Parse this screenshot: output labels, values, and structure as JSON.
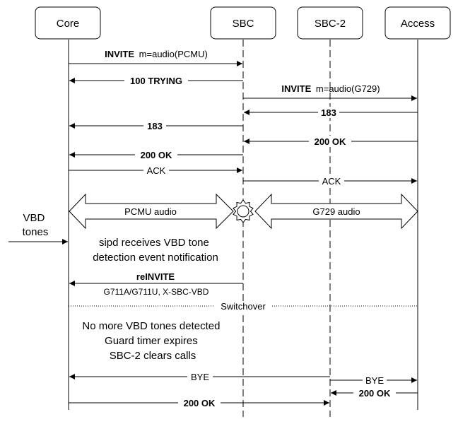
{
  "participants": {
    "core": "Core",
    "sbc": "SBC",
    "sbc2": "SBC-2",
    "access": "Access"
  },
  "messages": {
    "invite_pcmu_bold": "INVITE",
    "invite_pcmu_rest": "m=audio(PCMU)",
    "trying_100": "100 TRYING",
    "invite_g729_bold": "INVITE",
    "invite_g729_rest": "m=audio(G729)",
    "ringing_183_access": "183",
    "ok_200_access": "200 OK",
    "ringing_183_core": "183",
    "ok_200_core": "200 OK",
    "ack_core": "ACK",
    "ack_access": "ACK",
    "reinvite": "reINVITE",
    "reinvite_detail": "G711A/G711U, X-SBC-VBD",
    "bye_core": "BYE",
    "bye_access": "BYE",
    "ok_200_access_final": "200 OK",
    "ok_200_core_final": "200 OK"
  },
  "media": {
    "left_label": "PCMU audio",
    "right_label": "G729 audio"
  },
  "notes": {
    "vbd_tones_line1": "VBD",
    "vbd_tones_line2": "tones",
    "sipd_line1": "sipd receives VBD tone",
    "sipd_line2": "detection event notification",
    "switchover": "Switchover",
    "end_line1": "No more VBD tones detected",
    "end_line2": "Guard timer expires",
    "end_line3": "SBC-2 clears calls"
  },
  "colors": {
    "line": "#000000",
    "background": "#ffffff"
  }
}
